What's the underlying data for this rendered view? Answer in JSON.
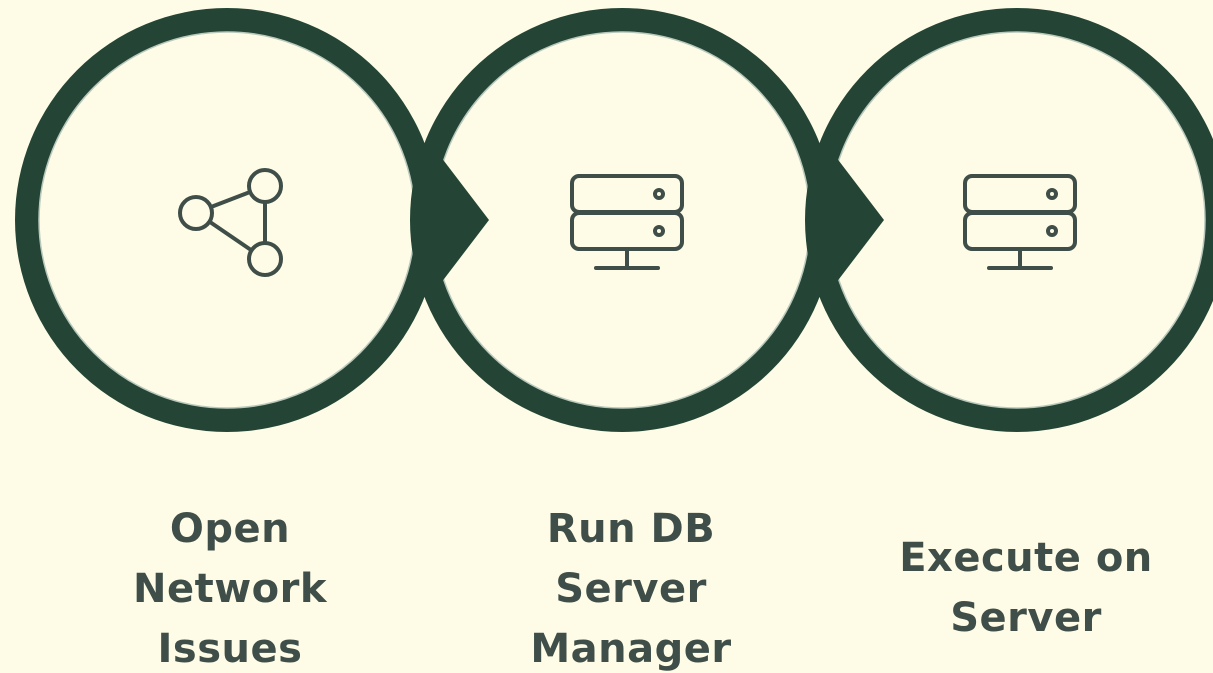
{
  "colors": {
    "background": "#fefce6",
    "ring": "#244535",
    "icon_stroke": "#3f4e49",
    "text": "#3f4e49"
  },
  "steps": [
    {
      "icon": "share-network-icon",
      "label_lines": [
        "Open",
        "Network",
        "Issues"
      ]
    },
    {
      "icon": "server-icon",
      "label_lines": [
        "Run DB",
        "Server",
        "Manager"
      ]
    },
    {
      "icon": "server-icon",
      "label_lines": [
        "Execute on",
        "Server"
      ]
    }
  ]
}
